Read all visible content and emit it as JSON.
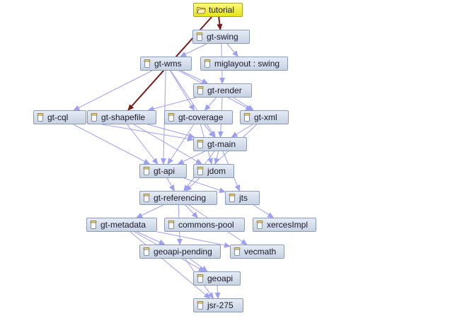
{
  "graph": {
    "nodes": {
      "tutorial": "tutorial",
      "gt_swing": "gt-swing",
      "gt_wms": "gt-wms",
      "miglayout": "miglayout : swing",
      "gt_render": "gt-render",
      "gt_cql": "gt-cql",
      "gt_shapefile": "gt-shapefile",
      "gt_coverage": "gt-coverage",
      "gt_xml": "gt-xml",
      "gt_main": "gt-main",
      "gt_api": "gt-api",
      "jdom": "jdom",
      "gt_referencing": "gt-referencing",
      "jts": "jts",
      "gt_metadata": "gt-metadata",
      "commons_pool": "commons-pool",
      "xercesimpl": "xercesImpl",
      "geoapi_pending": "geoapi-pending",
      "vecmath": "vecmath",
      "geoapi": "geoapi",
      "jsr_275": "jsr-275"
    },
    "edges": [
      {
        "from": "tutorial",
        "to": "gt_swing",
        "type": "direct"
      },
      {
        "from": "tutorial",
        "to": "gt_shapefile",
        "type": "direct"
      },
      {
        "from": "gt_swing",
        "to": "gt_wms",
        "type": "transitive"
      },
      {
        "from": "gt_swing",
        "to": "miglayout",
        "type": "transitive"
      },
      {
        "from": "gt_swing",
        "to": "gt_render",
        "type": "transitive"
      },
      {
        "from": "gt_wms",
        "to": "gt_render",
        "type": "transitive"
      },
      {
        "from": "gt_wms",
        "to": "gt_cql",
        "type": "transitive"
      },
      {
        "from": "gt_wms",
        "to": "gt_coverage",
        "type": "transitive"
      },
      {
        "from": "gt_wms",
        "to": "gt_xml",
        "type": "transitive"
      },
      {
        "from": "gt_wms",
        "to": "gt_main",
        "type": "transitive"
      },
      {
        "from": "gt_wms",
        "to": "gt_api",
        "type": "transitive"
      },
      {
        "from": "gt_render",
        "to": "gt_shapefile",
        "type": "transitive"
      },
      {
        "from": "gt_render",
        "to": "gt_coverage",
        "type": "transitive"
      },
      {
        "from": "gt_render",
        "to": "gt_xml",
        "type": "transitive"
      },
      {
        "from": "gt_render",
        "to": "gt_main",
        "type": "transitive"
      },
      {
        "from": "gt_cql",
        "to": "gt_main",
        "type": "transitive"
      },
      {
        "from": "gt_cql",
        "to": "gt_api",
        "type": "transitive"
      },
      {
        "from": "gt_shapefile",
        "to": "gt_main",
        "type": "transitive"
      },
      {
        "from": "gt_shapefile",
        "to": "jdom",
        "type": "transitive"
      },
      {
        "from": "gt_shapefile",
        "to": "gt_api",
        "type": "transitive"
      },
      {
        "from": "gt_coverage",
        "to": "gt_main",
        "type": "transitive"
      },
      {
        "from": "gt_coverage",
        "to": "gt_api",
        "type": "transitive"
      },
      {
        "from": "gt_coverage",
        "to": "jdom",
        "type": "transitive"
      },
      {
        "from": "gt_xml",
        "to": "gt_main",
        "type": "transitive"
      },
      {
        "from": "gt_xml",
        "to": "gt_referencing",
        "type": "transitive"
      },
      {
        "from": "gt_main",
        "to": "gt_api",
        "type": "transitive"
      },
      {
        "from": "gt_main",
        "to": "jdom",
        "type": "transitive"
      },
      {
        "from": "gt_main",
        "to": "jts",
        "type": "transitive"
      },
      {
        "from": "gt_main",
        "to": "gt_referencing",
        "type": "transitive"
      },
      {
        "from": "gt_api",
        "to": "gt_referencing",
        "type": "transitive"
      },
      {
        "from": "gt_api",
        "to": "jts",
        "type": "transitive"
      },
      {
        "from": "gt_referencing",
        "to": "gt_metadata",
        "type": "transitive"
      },
      {
        "from": "gt_referencing",
        "to": "commons_pool",
        "type": "transitive"
      },
      {
        "from": "gt_referencing",
        "to": "vecmath",
        "type": "transitive"
      },
      {
        "from": "gt_referencing",
        "to": "geoapi_pending",
        "type": "transitive"
      },
      {
        "from": "jts",
        "to": "xercesimpl",
        "type": "transitive"
      },
      {
        "from": "gt_metadata",
        "to": "geoapi_pending",
        "type": "transitive"
      },
      {
        "from": "gt_metadata",
        "to": "vecmath",
        "type": "transitive"
      },
      {
        "from": "gt_metadata",
        "to": "geoapi",
        "type": "transitive"
      },
      {
        "from": "gt_metadata",
        "to": "jsr_275",
        "type": "transitive"
      },
      {
        "from": "geoapi_pending",
        "to": "geoapi",
        "type": "transitive"
      },
      {
        "from": "geoapi_pending",
        "to": "jsr_275",
        "type": "transitive"
      },
      {
        "from": "geoapi",
        "to": "jsr_275",
        "type": "transitive"
      }
    ],
    "colors": {
      "transitive_edge": "#9c9ff2",
      "direct_edge": "#7a1a1a",
      "node_fill": "#d3dcea",
      "node_border": "#8a9bb8",
      "root_fill": "#f0ee3a",
      "root_border": "#a8a02a"
    },
    "root_icon": "open-folder-icon",
    "node_icon": "jar-icon"
  }
}
